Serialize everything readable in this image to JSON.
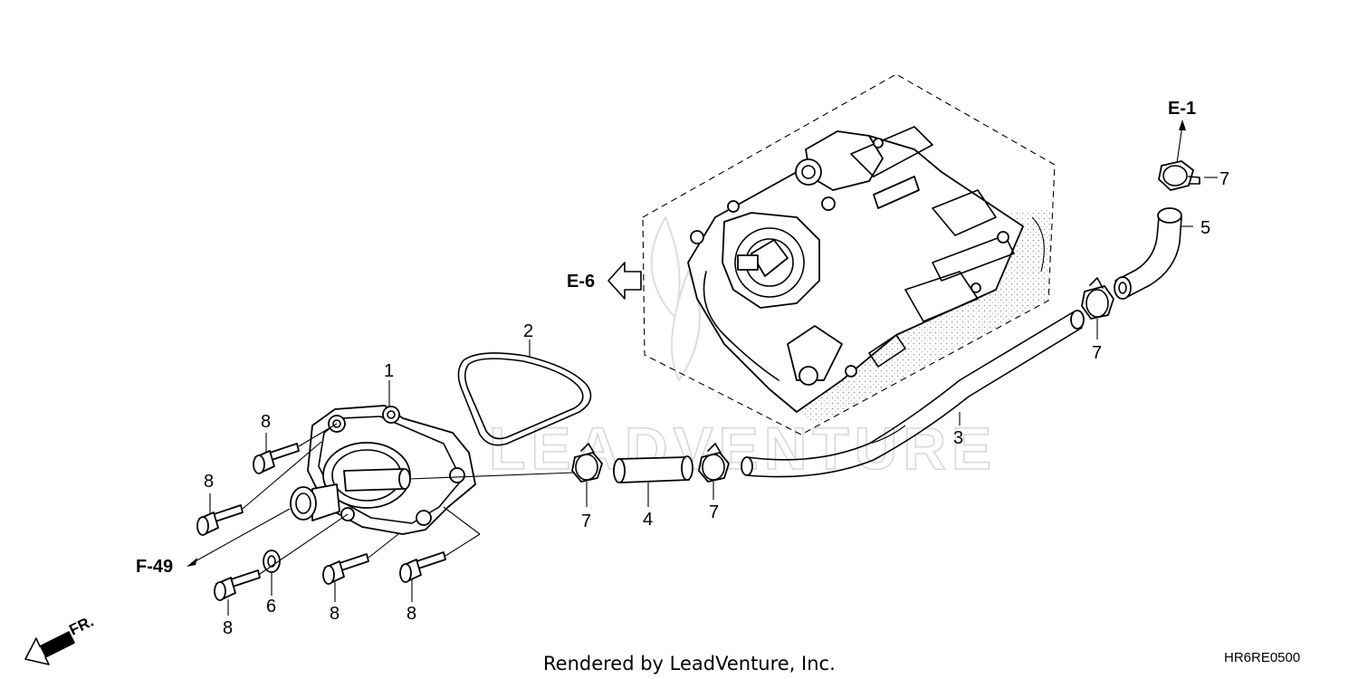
{
  "callouts": {
    "c1": "1",
    "c2": "2",
    "c3": "3",
    "c4": "4",
    "c5": "5",
    "c6": "6",
    "c7": "7",
    "c8": "8"
  },
  "references": {
    "e1": "E-1",
    "e6": "E-6",
    "f49": "F-49"
  },
  "direction": {
    "label": "FR."
  },
  "watermark": {
    "text": "LEADVENTURE"
  },
  "footer": {
    "credit": "Rendered by LeadVenture, Inc.",
    "diagram_code": "HR6RE0500"
  }
}
